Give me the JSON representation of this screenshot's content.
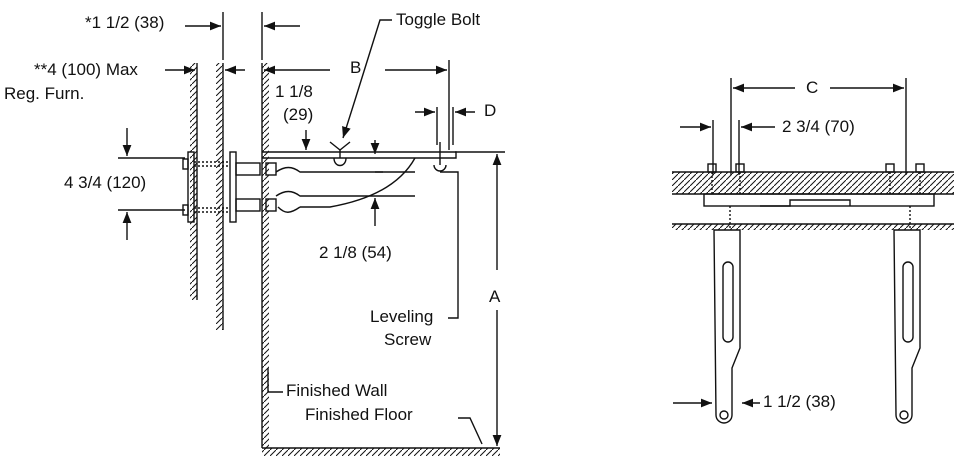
{
  "labels": {
    "wall_thickness": "*1 1/2 (38)",
    "toggle_bolt": "Toggle Bolt",
    "max_furn": "**4 (100) Max",
    "reg_furn": "Reg. Furn.",
    "dim_b": "B",
    "one_eighth": "1 1/8",
    "twenty_nine": "(29)",
    "dim_d": "D",
    "bolt_spacing": "4 3/4 (120)",
    "two_eighth": "2 1/8 (54)",
    "leveling": "Leveling",
    "screw": "Screw",
    "dim_a": "A",
    "finished_wall": "Finished Wall",
    "finished_floor": "Finished Floor",
    "dim_c": "C",
    "two_three_quarter": "2 3/4 (70)",
    "one_half": "1 1/2 (38)"
  },
  "colors": {
    "line": "#111111",
    "background": "#ffffff"
  }
}
